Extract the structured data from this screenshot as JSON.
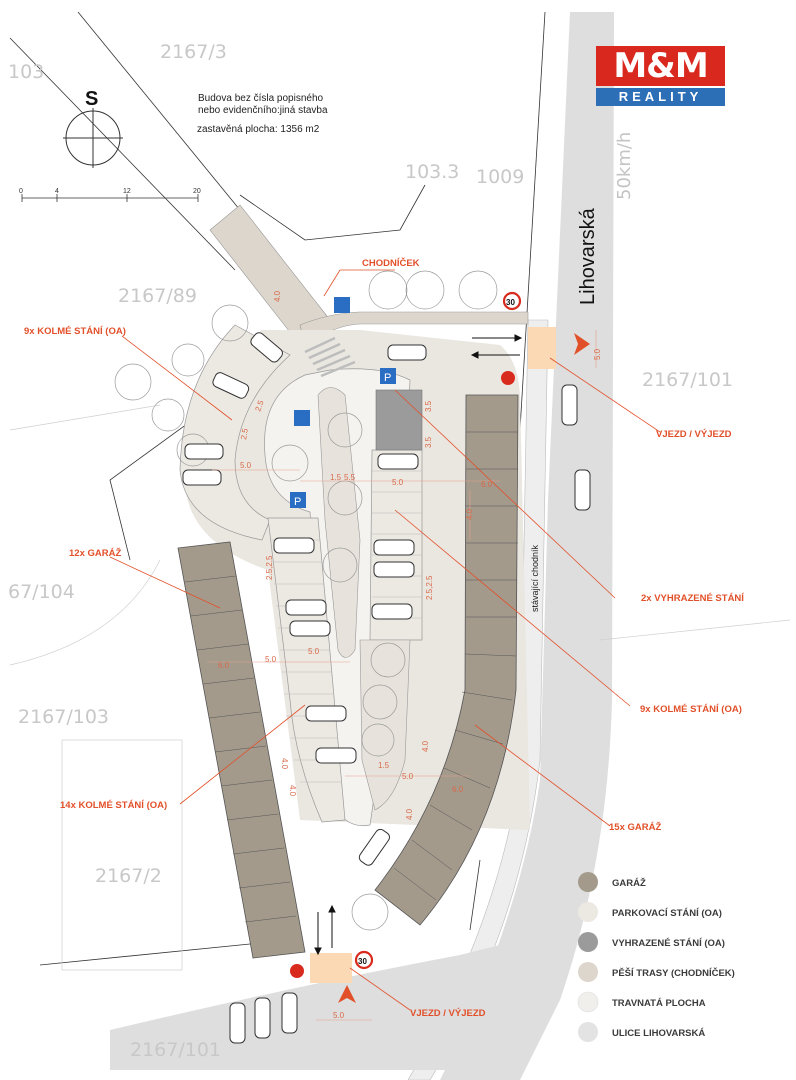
{
  "logo": {
    "brand": "M&M",
    "sub": "REALITY"
  },
  "north": {
    "letter": "S"
  },
  "scale": {
    "ticks": [
      "0",
      "4",
      "12",
      "20"
    ]
  },
  "building": {
    "line1": "Budova bez čísla popisného",
    "line2": "nebo evidenčního:jiná stavba",
    "area": "zastavěná plocha: 1356 m2"
  },
  "parcels": {
    "p1": "2167/3",
    "p2": "103",
    "p3": "103.3",
    "p4": "1009",
    "p5": "2167/89",
    "p6": "2167/101",
    "p7": "67/104",
    "p8": "2167/103",
    "p9": "2167/2",
    "p10": "2167/101"
  },
  "street": {
    "name": "Lihovarská",
    "speed": "50km/h",
    "sidewalk": "stávající chodník"
  },
  "labels": {
    "chodnicek": "CHODNÍČEK",
    "kolme9a": "9x KOLMÉ STÁNÍ (OA)",
    "vjezd1": "VJEZD / VÝJEZD",
    "garaz12": "12x GARÁŽ",
    "vyhrazene": "2x VYHRAZENÉ STÁNÍ",
    "kolme9b": "9x KOLMÉ STÁNÍ (OA)",
    "kolme14": "14x KOLMÉ STÁNÍ (OA)",
    "garaz15": "15x GARÁŽ",
    "vjezd2": "VJEZD / VÝJEZD"
  },
  "dims": {
    "d40a": "4.0",
    "d50a": "5.0",
    "d25a": "2.5",
    "d25b": "2.5",
    "d15a": "1.5",
    "d15b": "5.5",
    "d35a": "3.5",
    "d35b": "3.5",
    "d50b": "5.0",
    "d60a": "6.0",
    "d40b": "4.0",
    "d25c": "2.5,2.5",
    "d25d": "2.5,2.5",
    "d60b": "6.0",
    "d50c": "5.0",
    "d50d": "5.0",
    "d40c": "4.0",
    "d40d": "4.0",
    "d15c": "1.5",
    "d50e": "5.0",
    "d40e": "4.0",
    "d60c": "6.0",
    "d40f": "4.0",
    "d50f": "5.0",
    "d50g": "5.0"
  },
  "signs": {
    "speed_a": "30",
    "speed_b": "30",
    "parking": "P"
  },
  "legend": [
    {
      "label": "GARÁŽ",
      "color": "#a39a8c"
    },
    {
      "label": "PARKOVACÍ STÁNÍ (OA)",
      "color": "#ece8e2"
    },
    {
      "label": "VYHRAZENÉ STÁNÍ (OA)",
      "color": "#9b9b9b"
    },
    {
      "label": "PĚŠÍ TRASY (CHODNÍČEK)",
      "color": "#dcd6cc"
    },
    {
      "label": "TRAVNATÁ PLOCHA",
      "color": "#f1efeb"
    },
    {
      "label": "ULICE LIHOVARSKÁ",
      "color": "#e3e3e3"
    }
  ],
  "colors": {
    "accent": "#e2502a",
    "garage": "#a39a8c",
    "street": "#dedede",
    "paving": "#eae6e0"
  }
}
